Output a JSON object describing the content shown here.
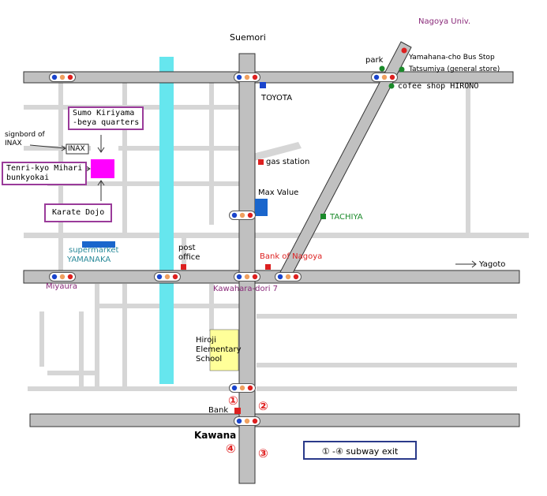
{
  "map": {
    "streets": {
      "suemori": "Suemori",
      "yagoto": "Yagoto",
      "kawahara_dori_7": "Kawahara-dori 7",
      "kawana": "Kawana",
      "miyaura": "Miyaura",
      "nagoya_univ": "Nagoya Univ."
    },
    "landmarks": {
      "toyota": "TOYOTA",
      "gas_station": "gas station",
      "max_value": "Max Value",
      "tachiya": "TACHIYA",
      "bank_of_nagoya": "Bank of Nagoya",
      "post_office_1": "post",
      "post_office_2": "office",
      "supermarket_1": "supermarket",
      "supermarket_2": "YAMANAKA",
      "school_1": "Hiroji",
      "school_2": "Elementary",
      "school_3": "School",
      "bank": "Bank",
      "park": "park",
      "bus_stop": "Yamahana-cho Bus Stop",
      "tatsumiya": "Tatsumiya (general store)",
      "hirono": "cofee shop HIRONO",
      "signboard_1": "signbord of",
      "signboard_2": "INAX",
      "inax_sign": "INAX"
    },
    "callouts": {
      "sumo": "Sumo Kiriyama\n-beya quarters",
      "tenri": "Tenri-kyo Mihari\nbunkyokai",
      "karate": "Karate Dojo"
    },
    "subway_exits": [
      "①",
      "②",
      "③",
      "④"
    ],
    "legend": "① -④  subway exit",
    "colors": {
      "road": "#c0c0c0",
      "river": "#66e6ee",
      "destination": "#ff00ff",
      "callout_border": "#9a3b9a",
      "marker_red": "#dd2020",
      "marker_green": "#1a8a2a",
      "marker_blue": "#1a44cc",
      "school_fill": "#ffff99"
    }
  }
}
